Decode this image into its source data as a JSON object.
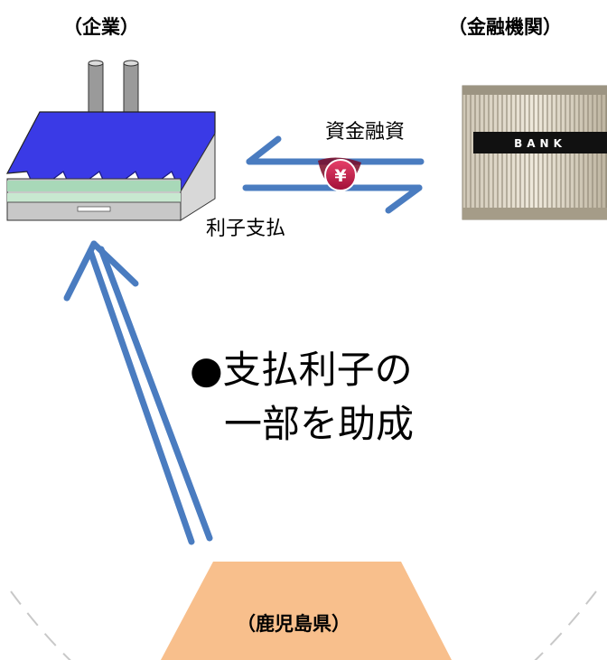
{
  "company_label": "（企業）",
  "bank_label": "（金融機関）",
  "bank_sign": "BANK",
  "loan_label": "資金融資",
  "interest_label": "利子支払",
  "yen_symbol": "¥",
  "subsidy_line1": "●支払利子の",
  "subsidy_line2": "一部を助成",
  "prefecture_label": "（鹿児島県）",
  "colors": {
    "arrow": "#4a7cc0",
    "factory_roof": "#3a3ae6",
    "prefecture_fill": "#f8bf8c",
    "yen_badge": "#c8184a",
    "dashed_circle": "#c8c8c8"
  }
}
